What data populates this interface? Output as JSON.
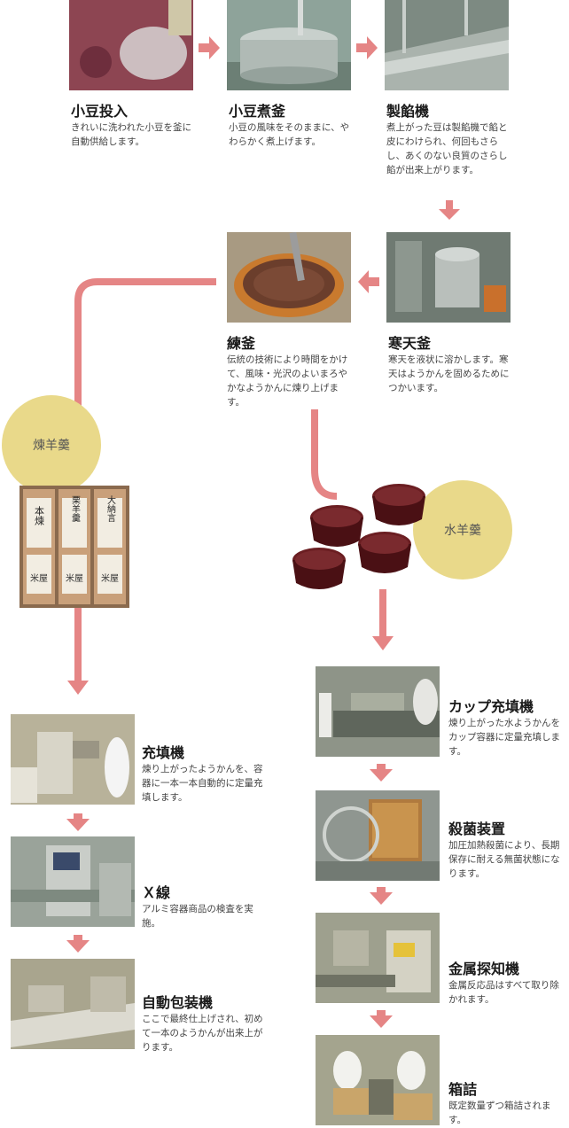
{
  "steps": {
    "azuki_toryu": {
      "title": "小豆投入",
      "desc": "きれいに洗われた小豆を釜に自動供給します。"
    },
    "azuki_nigama": {
      "title": "小豆煮釜",
      "desc": "小豆の風味をそのままに、やわらかく煮上げます。"
    },
    "seian_ki": {
      "title": "製餡機",
      "desc": "煮上がった豆は製餡機で餡と皮にわけられ、何回もさらし、あくのない良質のさらし餡が出来上がります。"
    },
    "kanten_gama": {
      "title": "寒天釜",
      "desc": "寒天を液状に溶かします。寒天はようかんを固めるためにつかいます。"
    },
    "neri_gama": {
      "title": "練釜",
      "desc": "伝統の技術により時間をかけて、風味・光沢のよいまろやかなようかんに煉り上げます。"
    },
    "juten_ki": {
      "title": "充填機",
      "desc": "煉り上がったようかんを、容器に一本一本自動的に定量充填します。"
    },
    "xray": {
      "title": "Ｘ線",
      "desc": "アルミ容器商品の検査を実施。"
    },
    "jido_hoso": {
      "title": "自動包装機",
      "desc": "ここで最終仕上げされ、初めて一本のようかんが出来上がります。"
    },
    "cup_juten": {
      "title": "カップ充填機",
      "desc": "煉り上がった水ようかんをカップ容器に定量充填します。"
    },
    "sakkin": {
      "title": "殺菌装置",
      "desc": "加圧加熱殺菌により、長期保存に耐える無菌状態になります。"
    },
    "kinzoku": {
      "title": "金属探知機",
      "desc": "金属反応品はすべて取り除かれます。"
    },
    "hakozume": {
      "title": "箱詰",
      "desc": "既定数量ずつ箱詰されます。"
    }
  },
  "labels": {
    "neri_yokan": "煉羊羹",
    "mizu_yokan": "水羊羹"
  },
  "package": {
    "box_1": "本煉",
    "box_2": "栗羊羹",
    "box_3": "大納言",
    "brand": "米屋"
  },
  "colors": {
    "flow": "#e58585",
    "circle": "#e9d98a"
  }
}
